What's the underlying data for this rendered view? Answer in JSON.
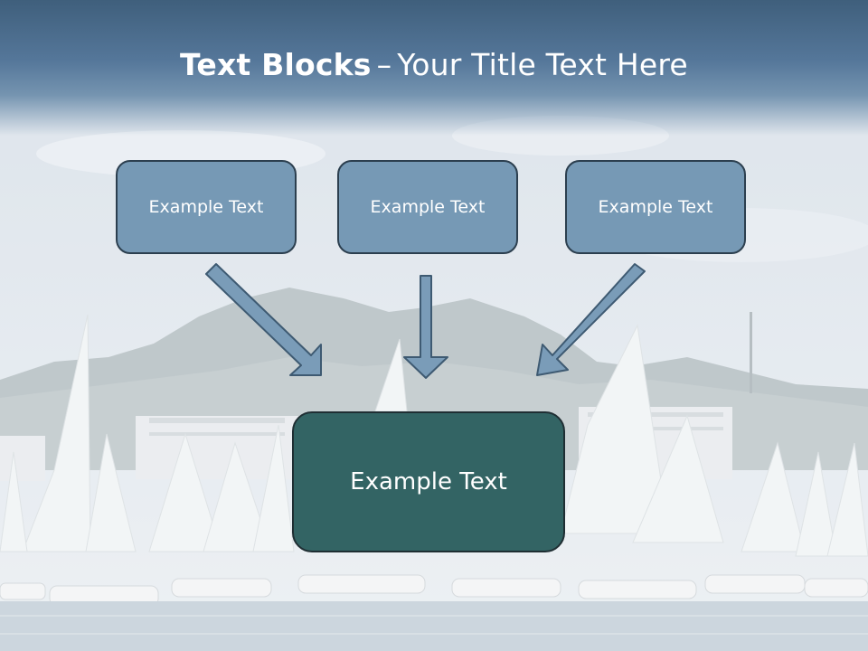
{
  "title": {
    "bold": "Text Blocks",
    "separator": "–",
    "rest": "Your Title Text Here"
  },
  "blocks": [
    {
      "label": "Example Text"
    },
    {
      "label": "Example Text"
    },
    {
      "label": "Example Text"
    }
  ],
  "center_block": {
    "label": "Example Text"
  },
  "colors": {
    "header": "#4a6b8a",
    "small_box_fill": "#7699b5",
    "small_box_border": "#2c3f4f",
    "center_box_fill": "#336464",
    "arrow_fill": "#7a9cb8",
    "arrow_stroke": "#3e5a72"
  }
}
